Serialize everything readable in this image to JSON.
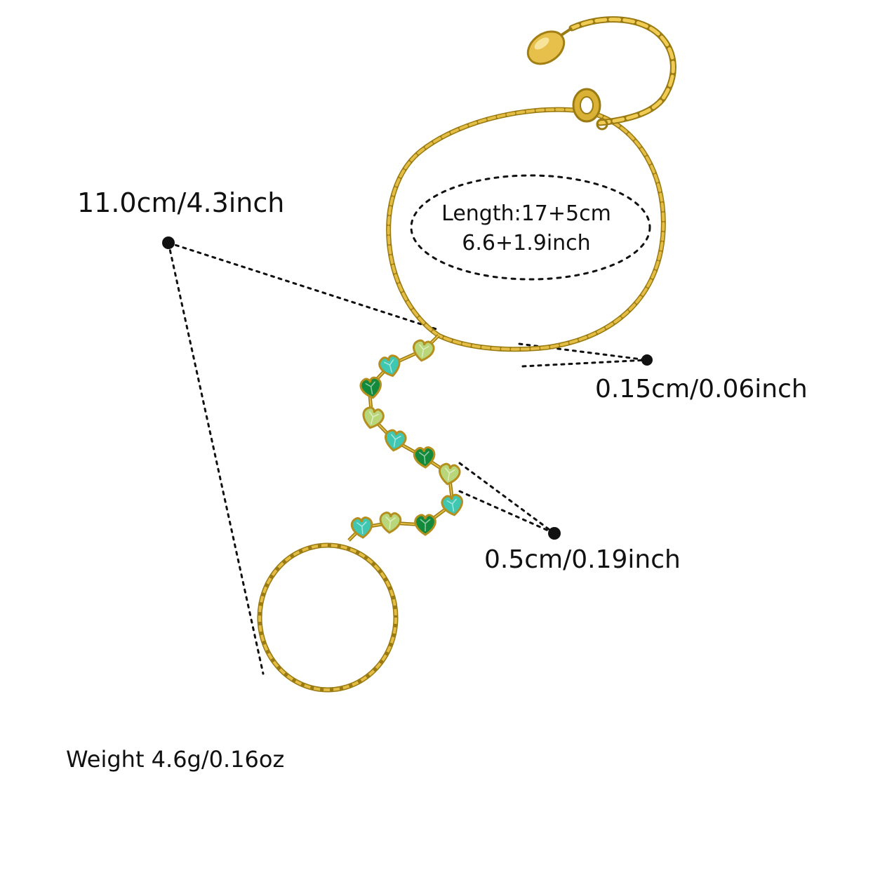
{
  "annotations": {
    "total_length": "11.0cm/4.3inch",
    "bracelet_length_line1": "Length:17+5cm",
    "bracelet_length_line2": "6.6+1.9inch",
    "chain_width": "0.15cm/0.06inch",
    "stone_width": "0.5cm/0.19inch",
    "weight": "Weight 4.6g/0.16oz"
  },
  "colors": {
    "background": "#ffffff",
    "gold": "#c9a227",
    "gold_dark": "#9a7a12",
    "emerald": "#138a3b",
    "mint_blue": "#3fc7b2",
    "peridot": "#b9d77a",
    "annotation": "#111111"
  },
  "stones": [
    {
      "color": "peridot"
    },
    {
      "color": "mint_blue"
    },
    {
      "color": "emerald"
    },
    {
      "color": "peridot"
    },
    {
      "color": "mint_blue"
    },
    {
      "color": "emerald"
    },
    {
      "color": "peridot"
    },
    {
      "color": "mint_blue"
    },
    {
      "color": "emerald"
    },
    {
      "color": "peridot"
    },
    {
      "color": "mint_blue"
    }
  ]
}
